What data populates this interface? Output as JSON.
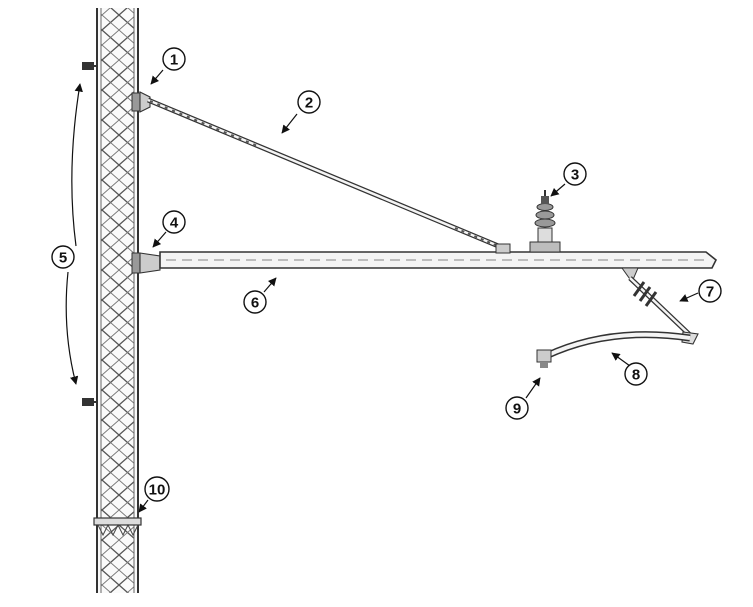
{
  "diagram": {
    "callouts": [
      {
        "id": "c1",
        "label": "1"
      },
      {
        "id": "c2",
        "label": "2"
      },
      {
        "id": "c3",
        "label": "3"
      },
      {
        "id": "c4",
        "label": "4"
      },
      {
        "id": "c5",
        "label": "5"
      },
      {
        "id": "c6",
        "label": "6"
      },
      {
        "id": "c7",
        "label": "7"
      },
      {
        "id": "c8",
        "label": "8"
      },
      {
        "id": "c9",
        "label": "9"
      },
      {
        "id": "c10",
        "label": "10"
      }
    ],
    "colors": {
      "line": "#333333",
      "fill_light": "#f4f4f4",
      "fill_mid": "#bdbdbd",
      "dash": "#9a9a9a"
    }
  }
}
